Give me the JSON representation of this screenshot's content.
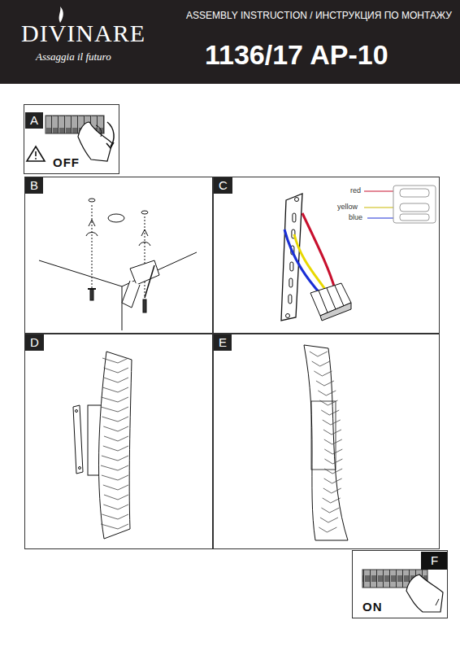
{
  "diagram": {
    "title": "1136/17 AP-10",
    "nodes": [
      {
        "text": [
          "A",
          "OFF"
        ]
      },
      {
        "text": [
          "B"
        ]
      },
      {
        "text": [
          "C"
        ]
      },
      {
        "text": [
          "D"
        ]
      },
      {
        "text": [
          "E"
        ]
      },
      {
        "text": [
          "F",
          "ON"
        ]
      }
    ],
    "labels": [
      "DIVINARE",
      "Assaggia il futuro",
      "ASSEMBLY INSTRUCTION / ИНСТРУКЦИЯ ПО МОНТАЖУ",
      "red",
      "yellow",
      "blue"
    ]
  }
}
